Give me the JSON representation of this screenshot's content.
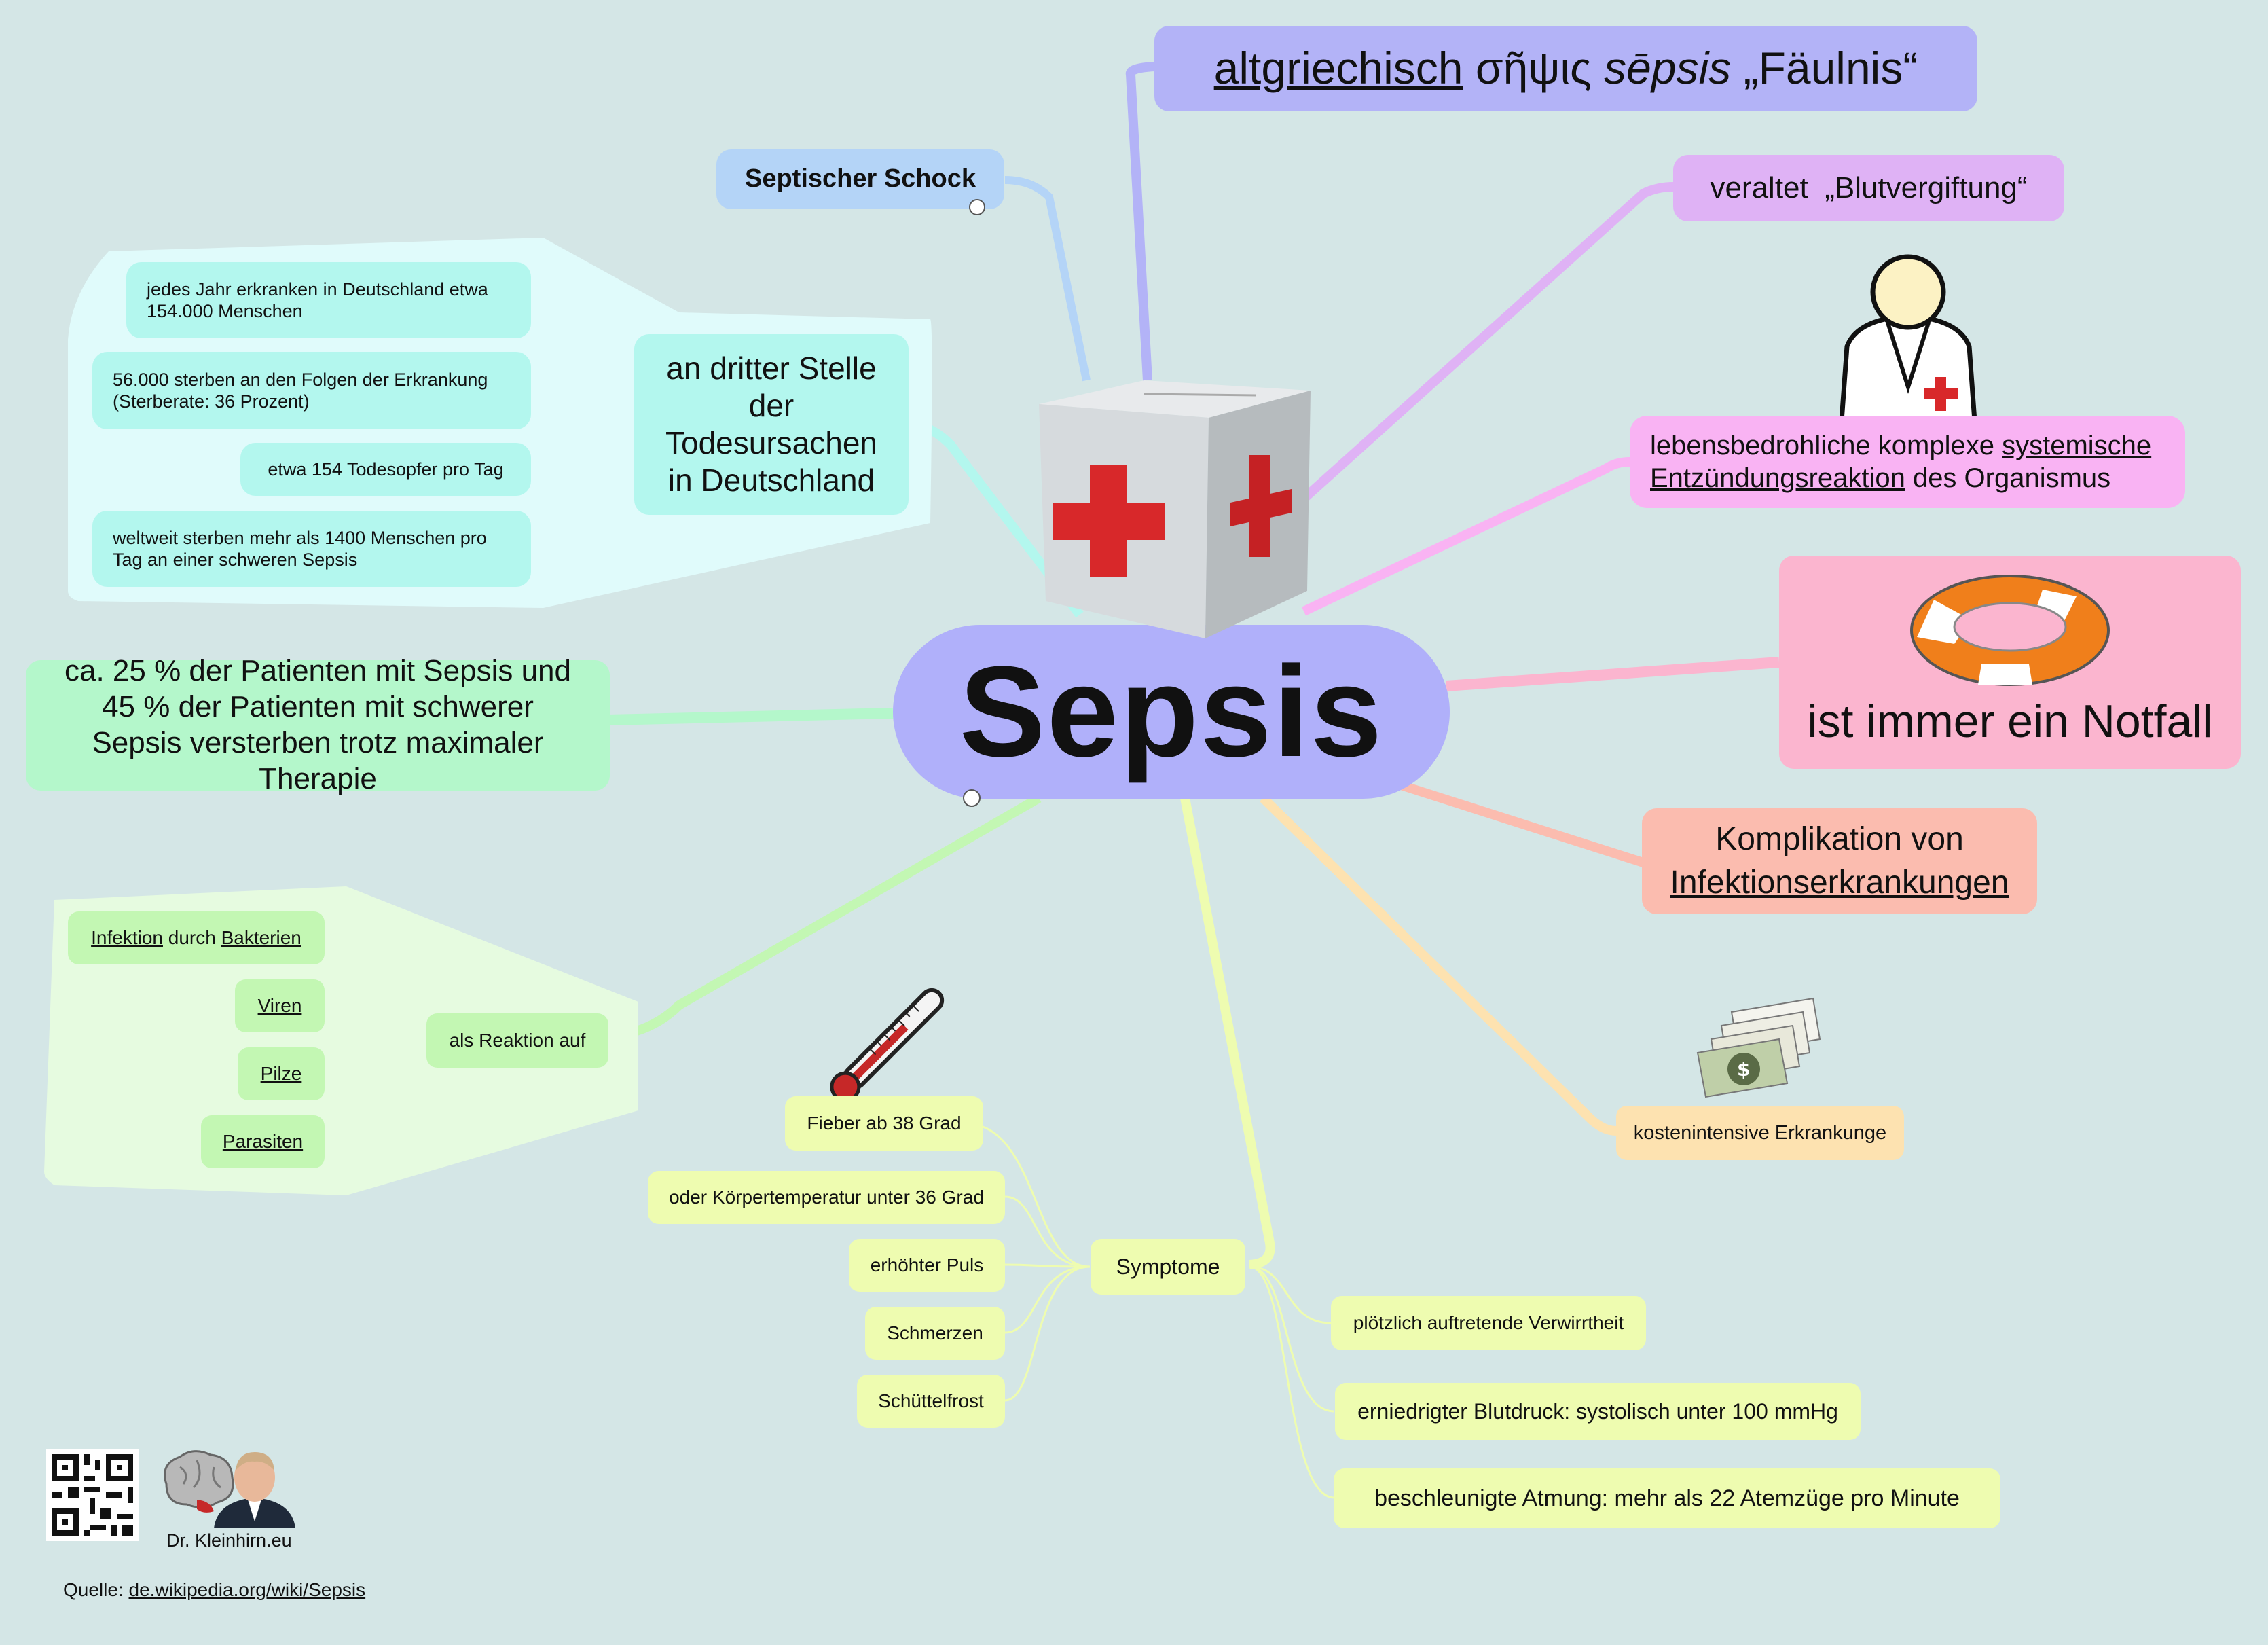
{
  "central": {
    "title": "Sepsis"
  },
  "branches": {
    "etymology": {
      "prefix": "altgriechisch",
      "greek": "σῆψις",
      "translit": "sēpsis",
      "meaning": "„Fäulnis“"
    },
    "septic_shock": "Septischer Schock",
    "obsolete": "veraltet  „Blutvergiftung“",
    "definition": {
      "part1": "lebensbedrohliche komplexe ",
      "link1": "systemische",
      "link2": "Entzündungsreaktion",
      "part2": " des Organismus"
    },
    "emergency": "ist immer ein Notfall",
    "complication": {
      "line1": "Komplikation von",
      "link": "Infektionserkrankungen"
    },
    "cost": "kostenintensive Erkrankunge",
    "mortality": "ca. 25 % der Patienten mit Sepsis und 45 % der Patienten mit schwerer Sepsis versterben trotz maximaler Therapie",
    "death_cause": {
      "title": "an dritter Stelle der Todesursachen in Deutschland",
      "facts": [
        "jedes Jahr erkranken in Deutschland etwa 154.000 Menschen",
        "56.000 sterben an den Folgen der Erkrankung (Sterberate: 36 Prozent)",
        "etwa 154 Todesopfer pro Tag",
        "weltweit sterben mehr als 1400 Menschen pro Tag an einer schweren Sepsis"
      ]
    },
    "reaction": {
      "title": "als Reaktion auf",
      "infection_link": "Infektion",
      "infection_mid": " durch ",
      "bacteria_link": "Bakterien",
      "items": [
        "Viren",
        "Pilze",
        "Parasiten"
      ]
    },
    "symptoms": {
      "title": "Symptome",
      "left": [
        "Fieber ab 38 Grad",
        "oder Körpertemperatur unter 36 Grad",
        "erhöhter Puls",
        "Schmerzen",
        "Schüttelfrost"
      ],
      "right": [
        "plötzlich auftretende Verwirrtheit",
        "erniedrigter Blutdruck: systolisch unter 100 mmHg",
        "beschleunigte Atmung: mehr als 22 Atemzüge pro Minute"
      ]
    }
  },
  "footer": {
    "author": "Dr. Kleinhirn.eu",
    "source_label": "Quelle: ",
    "source_link": "de.wikipedia.org/wiki/Sepsis"
  },
  "icons": [
    "first-aid-box-icon",
    "doctor-icon",
    "lifebuoy-icon",
    "thermometer-icon",
    "money-icon",
    "qr-code-icon",
    "brain-icon",
    "author-photo",
    "link-icon"
  ],
  "colors": {
    "background": "#d4e6e6",
    "central": "#b0b0fa",
    "etymology": "#b3b3f7",
    "septic_shock": "#b4d4f7",
    "obsolete": "#dfb2f5",
    "definition": "#f9b3f3",
    "emergency": "#fbb5cf",
    "complication": "#fbbcaf",
    "cost": "#fde2b0",
    "symptoms": "#eefcb0",
    "reaction": "#c3f7b3",
    "mortality": "#b4f7cb",
    "death_cause": "#b3f7ee"
  }
}
